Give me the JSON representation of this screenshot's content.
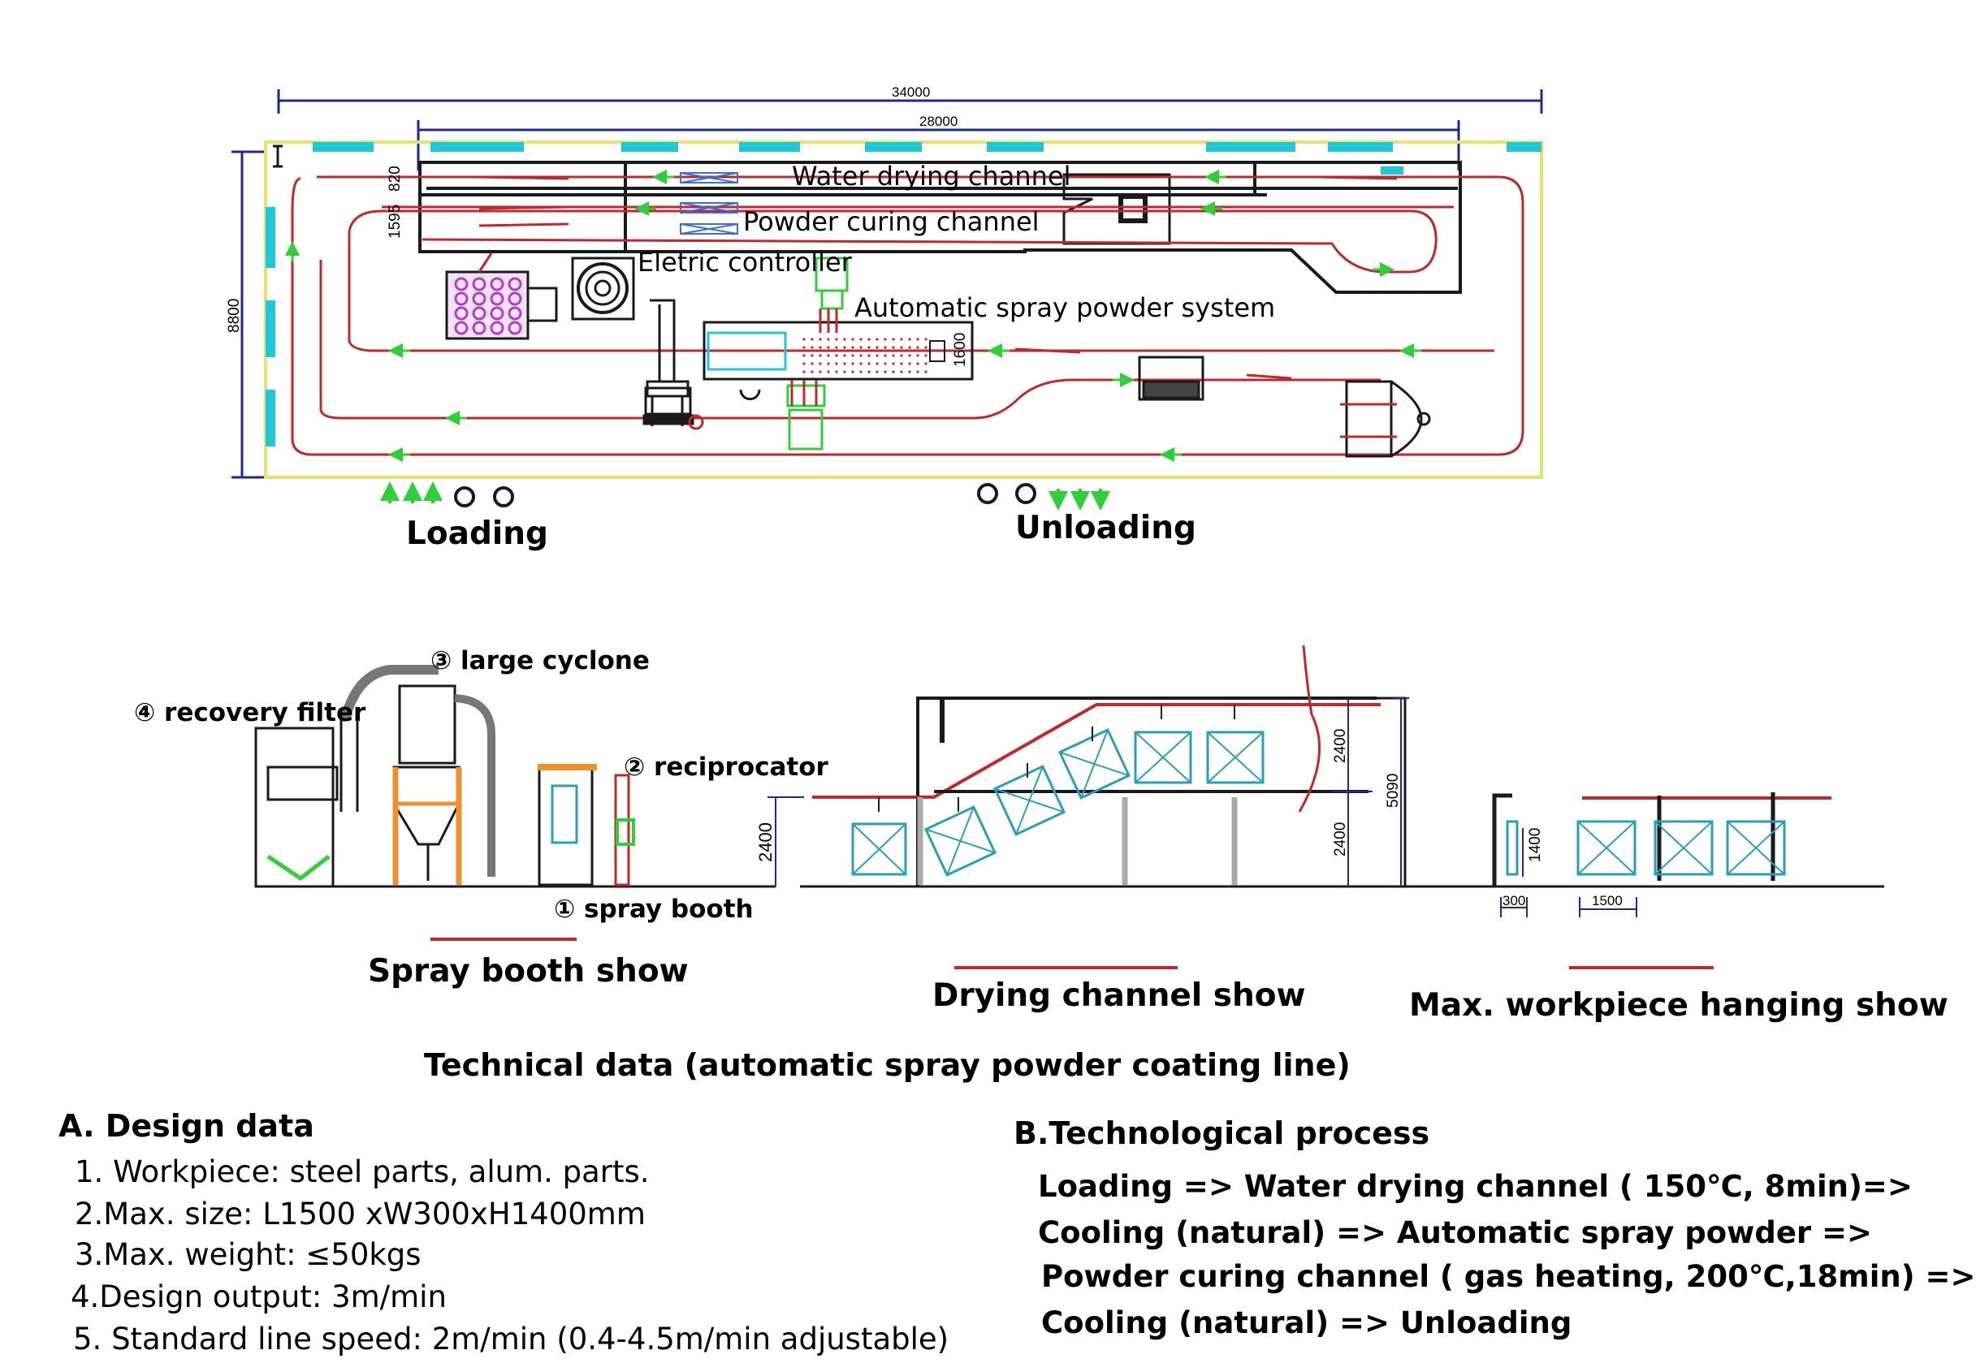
{
  "plan": {
    "dims": {
      "overall_length": "34000",
      "oven_length": "28000",
      "overall_width": "8800",
      "channel_width": "820",
      "oven_width": "1595",
      "booth_width": "1600"
    },
    "labels": {
      "water_drying": "Water drying channel",
      "powder_curing": "Powder curing channel",
      "electric_controller": "Eletric controller",
      "auto_spray": "Automatic spray powder system"
    },
    "loading": "Loading",
    "unloading": "Unloading"
  },
  "booth_view": {
    "large_cyclone": "③ large cyclone",
    "recovery_filter": "④ recovery filter",
    "reciprocator": "② reciprocator",
    "spray_booth": "① spray booth",
    "caption": "Spray booth show"
  },
  "drying_view": {
    "dim_left": "2400",
    "dim_upper": "2400",
    "dim_lower": "2400",
    "dim_total": "5090",
    "caption": "Drying channel show"
  },
  "workpiece_view": {
    "dim_height": "1400",
    "dim_thickness": "300",
    "dim_length": "1500",
    "caption": "Max. workpiece hanging show"
  },
  "technical_title": "Technical data (automatic spray powder coating line)",
  "design_data": {
    "heading": "A. Design data",
    "items": [
      "1. Workpiece: steel parts, alum. parts.",
      "2.Max. size: L1500 xW300xH1400mm",
      "3.Max. weight: ≤50kgs",
      "4.Design output: 3m/min",
      "5. Standard line speed: 2m/min (0.4-4.5m/min adjustable)"
    ]
  },
  "process": {
    "heading": "B.Technological process",
    "lines": [
      "Loading => Water drying channel ( 150℃, 8min)=>",
      "Cooling (natural) => Automatic spray powder =>",
      "Powder curing channel ( gas heating, 200℃,18min) =>",
      "Cooling (natural) => Unloading"
    ]
  },
  "colors": {
    "conveyor": "#c0282b",
    "outline": "#1a1a1a",
    "dimension": "#1e2a8c",
    "boundary": "#e6e26a",
    "cyan": "#1fc8d8",
    "green": "#2fcf3a",
    "purple": "#b23fc4",
    "orange": "#f0902a",
    "teal": "#2aa0b8"
  }
}
